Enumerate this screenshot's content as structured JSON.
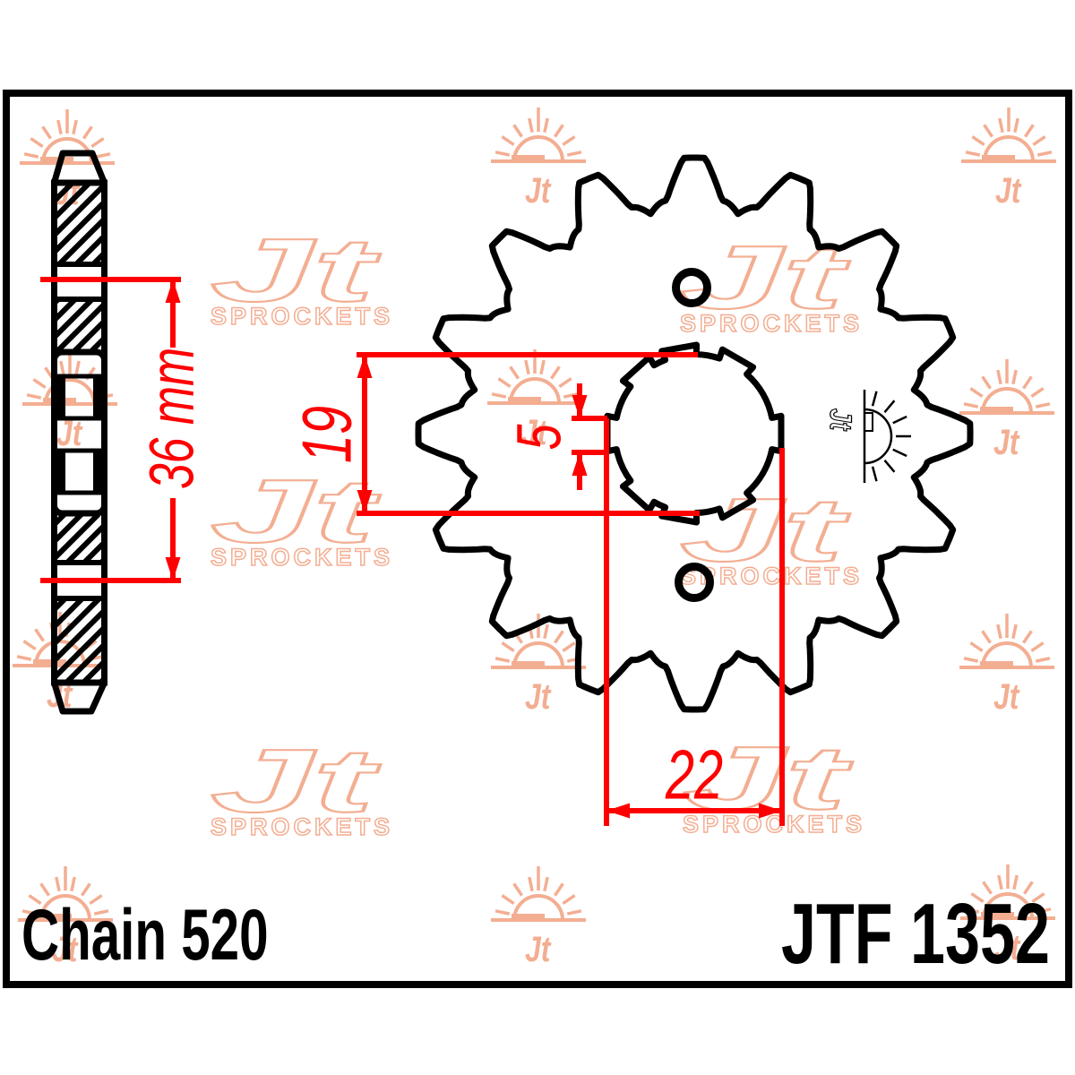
{
  "drawing": {
    "chain_label": "Chain 520",
    "part_number": "JTF 1352"
  },
  "dimensions": {
    "overall_width": {
      "label": "36 mm",
      "value": 36,
      "unit": "mm"
    },
    "bore_diameter": {
      "label": "19",
      "value": 19,
      "unit": "mm"
    },
    "spline_tab": {
      "label": "5",
      "value": 5,
      "unit": "mm"
    },
    "spline_outer_diameter": {
      "label": "22",
      "value": 22,
      "unit": "mm"
    }
  },
  "sprocket": {
    "tooth_count": 16,
    "bolt_hole_count": 2,
    "spline_tab_count": 8
  },
  "watermark": {
    "glyph_text": "Jt",
    "brand_text": "SPROCKETS"
  },
  "colors": {
    "line": "#000000",
    "dimension": "#fe0000",
    "watermark": "#f3ae92",
    "background": "#ffffff"
  }
}
